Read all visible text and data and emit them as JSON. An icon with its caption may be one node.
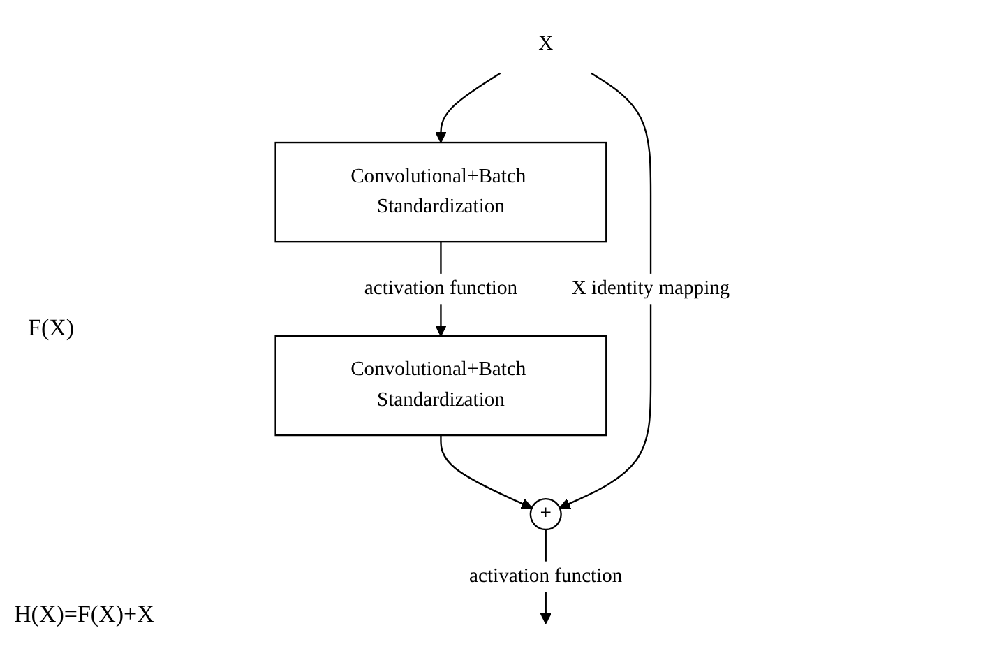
{
  "diagram": {
    "nodes": [
      {
        "text": [
          "X"
        ]
      },
      {
        "text": [
          "Convolutional+Batch Standardization"
        ]
      },
      {
        "text": [
          "Convolutional+Batch Standardization"
        ]
      },
      {
        "text": [
          "+"
        ]
      }
    ],
    "edges": [
      {
        "from": 0,
        "to": 1,
        "arrow": "to"
      },
      {
        "from": 1,
        "to": 2,
        "arrow": "to",
        "label": "activation function"
      },
      {
        "from": 2,
        "to": 3,
        "arrow": "to"
      },
      {
        "from": 0,
        "to": 3,
        "arrow": "to",
        "label": "X identity mapping"
      },
      {
        "from": 3,
        "to": null,
        "arrow": "to",
        "label": "activation function"
      }
    ],
    "labels": [
      "F(X)",
      "H(X)=F(X)+X"
    ]
  }
}
